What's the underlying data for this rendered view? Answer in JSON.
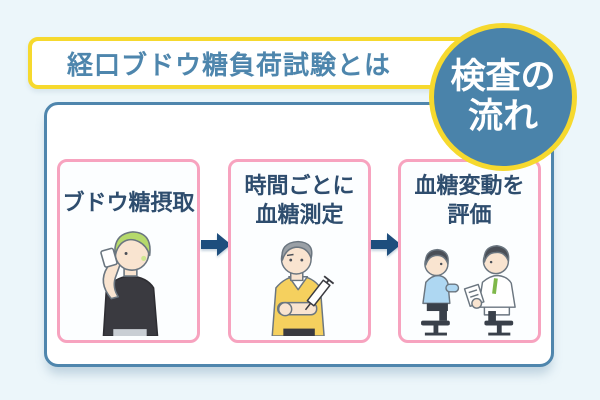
{
  "header": {
    "title": "経口ブドウ糖負荷試験とは",
    "badge": {
      "line1": "検査の",
      "line2": "流れ"
    }
  },
  "flow": {
    "steps": [
      {
        "lines": [
          "ブドウ糖摂取"
        ],
        "illustration": "person-drinking-glucose"
      },
      {
        "lines": [
          "時間ごとに",
          "血糖測定"
        ],
        "illustration": "person-blood-sampling"
      },
      {
        "lines": [
          "血糖変動を",
          "評価"
        ],
        "illustration": "doctor-patient-consultation"
      }
    ],
    "arrow_icon": "right-arrow"
  },
  "colors": {
    "background": "#ecf6fa",
    "title_blue": "#4e86ad",
    "badge_blue": "#4a83aa",
    "panel_border_blue": "#4f86ad",
    "card_border_pink": "#f7a3bf",
    "card_text_navy": "#2e4d6e",
    "arrow_navy": "#1e4e7d",
    "accent_yellow": "#f6d92e"
  }
}
